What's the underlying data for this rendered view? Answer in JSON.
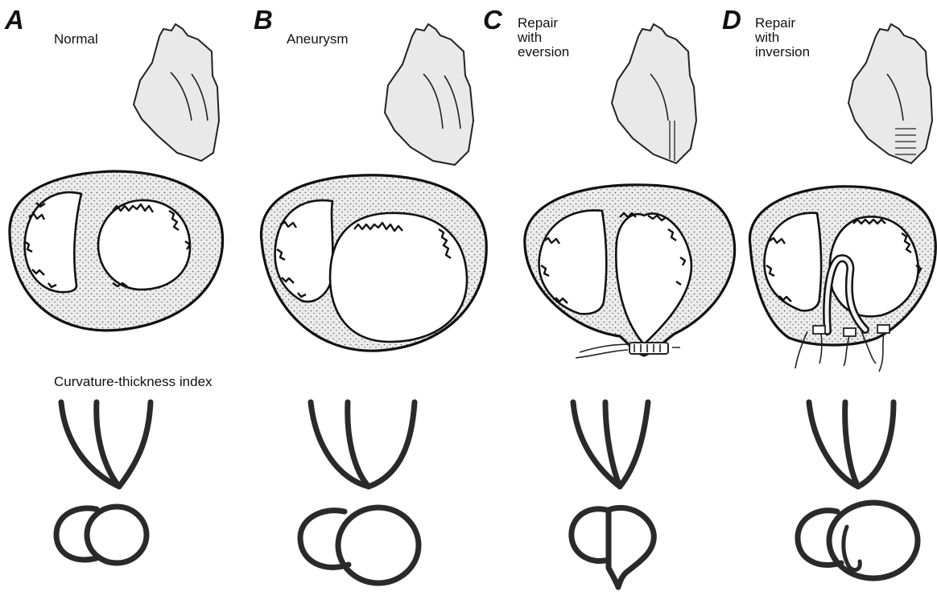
{
  "panels": [
    {
      "letter": "A",
      "caption": [
        "Normal"
      ]
    },
    {
      "letter": "B",
      "caption": [
        "Aneurysm"
      ]
    },
    {
      "letter": "C",
      "caption": [
        "Repair",
        "with",
        "eversion"
      ]
    },
    {
      "letter": "D",
      "caption": [
        "Repair",
        "with",
        "inversion"
      ]
    }
  ],
  "index_label": "Curvature-thickness index"
}
